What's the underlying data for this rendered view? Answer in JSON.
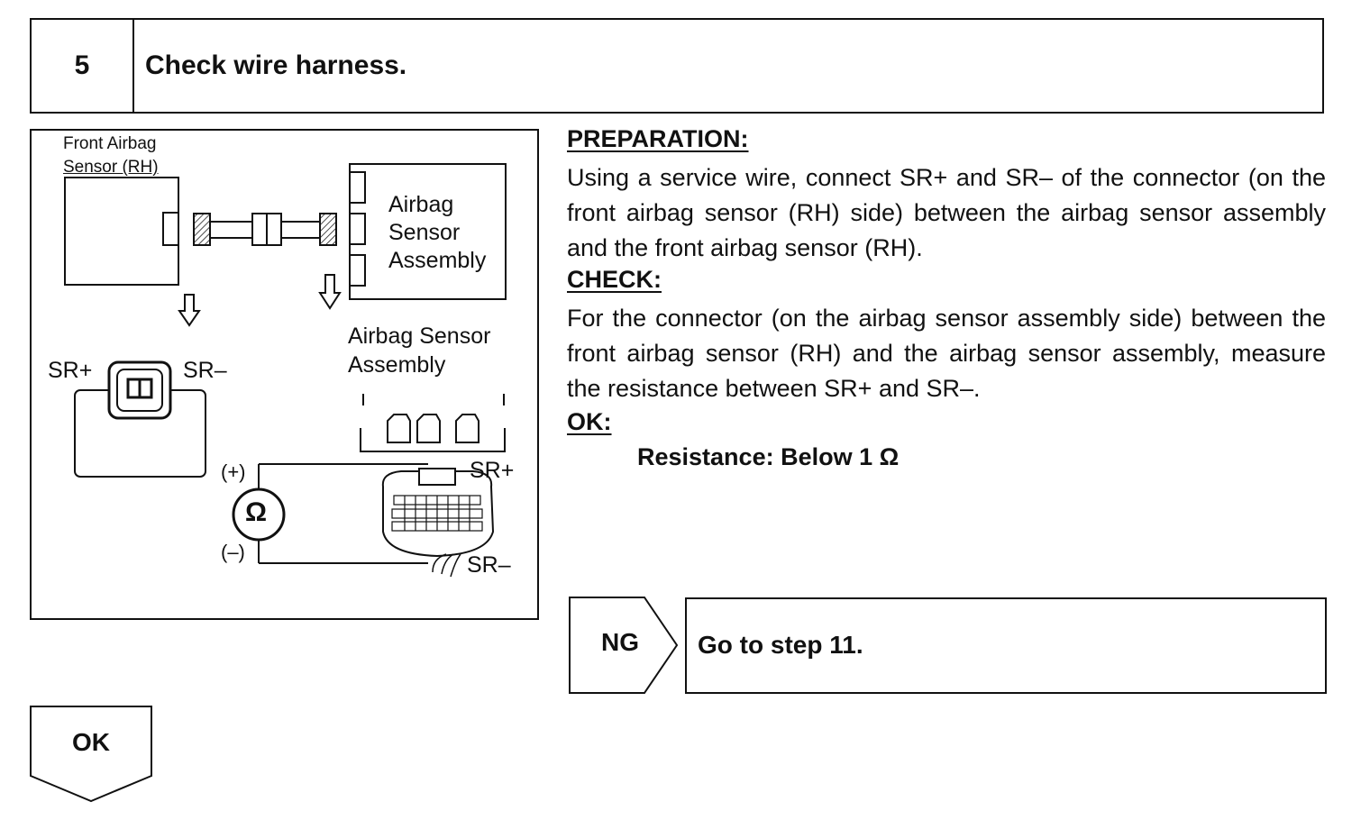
{
  "header": {
    "step_number": "5",
    "title": "Check wire harness."
  },
  "diagram": {
    "front_sensor_label_line1": "Front Airbag",
    "front_sensor_label_line2": "Sensor (RH)",
    "assembly_box_line1": "Airbag",
    "assembly_box_line2": "Sensor",
    "assembly_box_line3": "Assembly",
    "assembly_label_line1": "Airbag Sensor",
    "assembly_label_line2": "Assembly",
    "left_sr_plus": "SR+",
    "left_sr_minus": "SR–",
    "ohm_symbol": "Ω",
    "plus_lead": "(+)",
    "minus_lead": "(–)",
    "right_sr_plus": "SR+",
    "right_sr_minus": "SR–"
  },
  "instructions": {
    "preparation_heading": "PREPARATION:",
    "preparation_text": "Using a service wire, connect SR+ and SR– of the connector (on the front airbag sensor (RH) side) between the airbag sensor assembly and the front airbag sensor (RH).",
    "check_heading": "CHECK:",
    "check_text": "For the connector (on the airbag sensor assembly side) between the front airbag sensor (RH) and the airbag sensor assembly, measure the resistance between SR+ and SR–.",
    "ok_heading": "OK:",
    "ok_spec": "Resistance: Below 1 Ω"
  },
  "results": {
    "ng_label": "NG",
    "ng_action": "Go to step 11.",
    "ok_label": "OK"
  }
}
